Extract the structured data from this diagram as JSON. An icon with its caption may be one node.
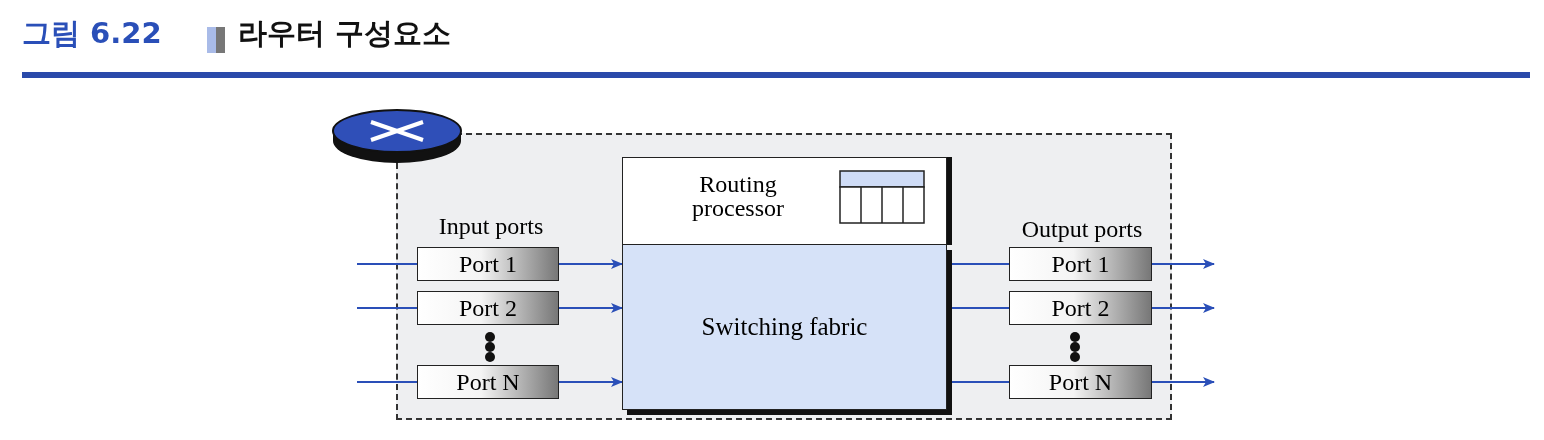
{
  "diagram": {
    "title": "라우터 구성요소",
    "nodes": [
      {
        "text": [],
        "shape": "box"
      },
      {
        "text": [
          "Routing processor"
        ],
        "in": 0
      },
      {
        "text": [
          "Switching fabric"
        ],
        "in": 0
      },
      {
        "text": [
          "Port 1"
        ],
        "in": 0
      },
      {
        "text": [
          "Port 2"
        ],
        "in": 0
      },
      {
        "text": [
          "Port N"
        ],
        "in": 0
      },
      {
        "text": [
          "Port 1"
        ],
        "in": 0
      },
      {
        "text": [
          "Port 2"
        ],
        "in": 0
      },
      {
        "text": [
          "Port N"
        ],
        "in": 0
      }
    ],
    "edges": [
      {
        "from": null,
        "to": 3,
        "arrow": "none"
      },
      {
        "from": null,
        "to": 4,
        "arrow": "none"
      },
      {
        "from": null,
        "to": 5,
        "arrow": "none"
      },
      {
        "from": 3,
        "to": 2,
        "arrow": "to"
      },
      {
        "from": 4,
        "to": 2,
        "arrow": "to"
      },
      {
        "from": 5,
        "to": 2,
        "arrow": "to"
      },
      {
        "from": 2,
        "to": 6,
        "arrow": "none"
      },
      {
        "from": 2,
        "to": 7,
        "arrow": "none"
      },
      {
        "from": 2,
        "to": 8,
        "arrow": "none"
      },
      {
        "from": 6,
        "to": null,
        "arrow": "to"
      },
      {
        "from": 7,
        "to": null,
        "arrow": "to"
      },
      {
        "from": 8,
        "to": null,
        "arrow": "to"
      }
    ],
    "labels": [
      "그림 6.22",
      "Input ports",
      "Output ports"
    ]
  }
}
